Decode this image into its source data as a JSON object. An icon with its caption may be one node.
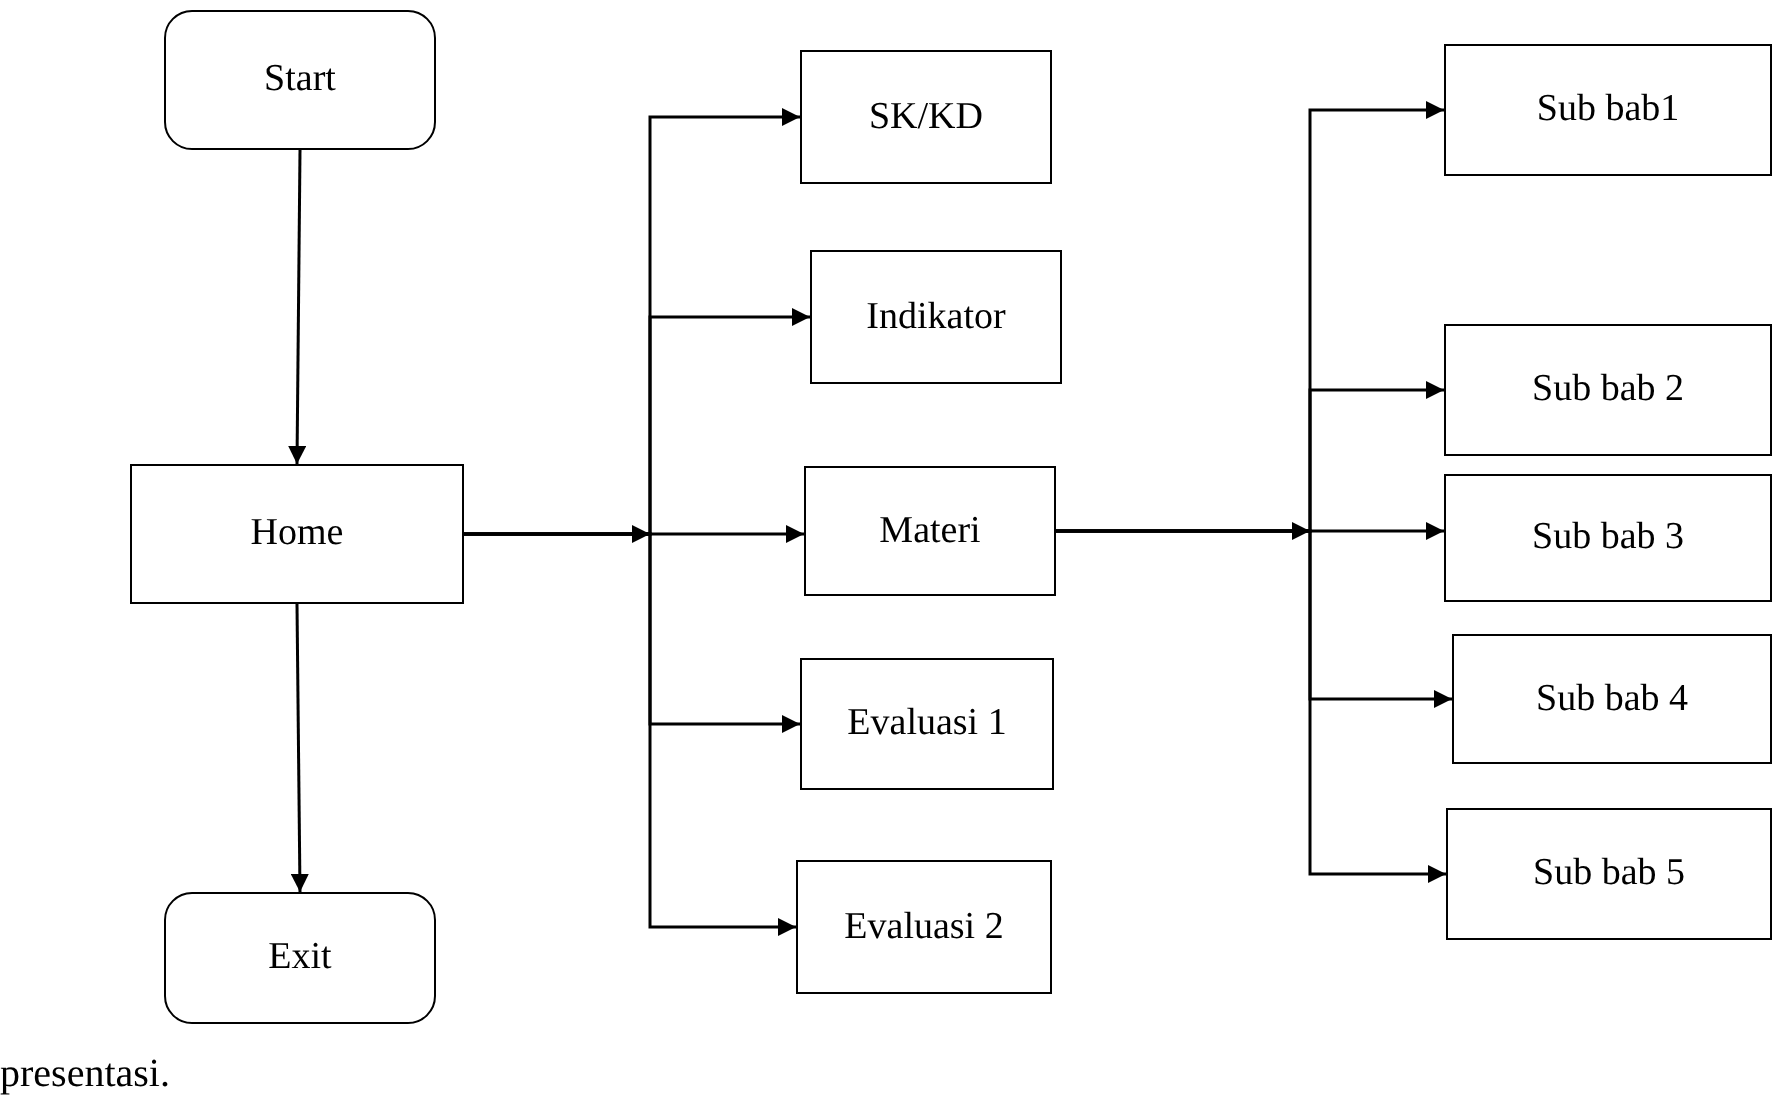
{
  "diagram": {
    "nodes": [
      {
        "text": [
          "Start"
        ]
      },
      {
        "text": [
          "Home"
        ]
      },
      {
        "text": [
          "Exit"
        ]
      },
      {
        "text": [
          "SK/KD"
        ]
      },
      {
        "text": [
          "Indikator"
        ]
      },
      {
        "text": [
          "Materi"
        ]
      },
      {
        "text": [
          "Evaluasi 1"
        ]
      },
      {
        "text": [
          "Evaluasi 2"
        ]
      },
      {
        "text": [
          "Sub bab1"
        ]
      },
      {
        "text": [
          "Sub bab 2"
        ]
      },
      {
        "text": [
          "Sub bab 3"
        ]
      },
      {
        "text": [
          "Sub bab 4"
        ]
      },
      {
        "text": [
          "Sub bab 5"
        ]
      }
    ],
    "edges": [
      {
        "from": 0,
        "to": 1,
        "arrow": "to"
      },
      {
        "from": 1,
        "to": 2,
        "arrow": "to"
      },
      {
        "from": 1,
        "to": 3,
        "arrow": "to"
      },
      {
        "from": 1,
        "to": 4,
        "arrow": "to"
      },
      {
        "from": 1,
        "to": 5,
        "arrow": "to"
      },
      {
        "from": 1,
        "to": 6,
        "arrow": "to"
      },
      {
        "from": 1,
        "to": 7,
        "arrow": "to"
      },
      {
        "from": 5,
        "to": 8,
        "arrow": "to"
      },
      {
        "from": 5,
        "to": 9,
        "arrow": "to"
      },
      {
        "from": 5,
        "to": 10,
        "arrow": "to"
      },
      {
        "from": 5,
        "to": 11,
        "arrow": "to"
      },
      {
        "from": 5,
        "to": 12,
        "arrow": "to"
      }
    ],
    "labels": [
      "presentasi."
    ]
  }
}
